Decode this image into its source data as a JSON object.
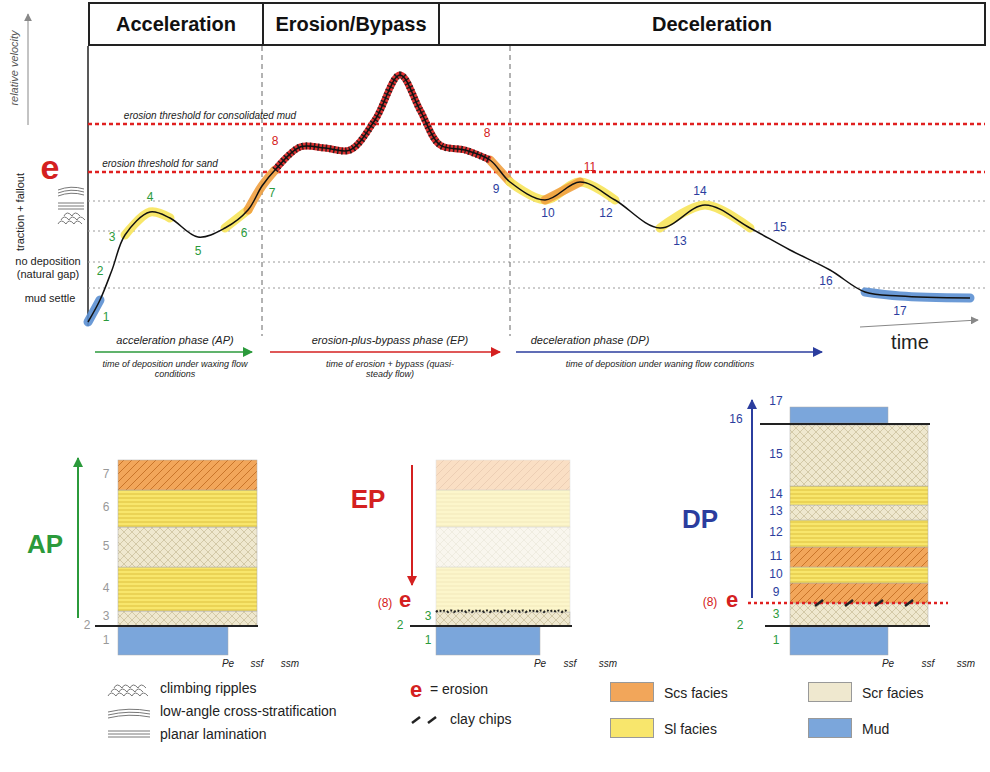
{
  "diagram": {
    "nodes": [
      {
        "text": [
          "Acceleration"
        ]
      },
      {
        "text": [
          "Erosion/Bypass"
        ]
      },
      {
        "text": [
          "Deceleration"
        ]
      }
    ],
    "labels": [
      "relative velocity",
      "erosion threshold for consolidated mud",
      "erosion threshold for sand",
      "e",
      "traction + fallout",
      "no deposition (natural gap)",
      "mud settle",
      "1",
      "2",
      "3",
      "4",
      "5",
      "6",
      "7",
      "8",
      "8",
      "9",
      "10",
      "11",
      "12",
      "13",
      "14",
      "15",
      "16",
      "17",
      "acceleration phase (AP)",
      "time of deposition under waxing flow conditions",
      "erosion-plus-bypass phase (EP)",
      "time of erosion + bypass (quasi-steady flow)",
      "deceleration phase (DP)",
      "time of deposition under waning flow conditions",
      "time",
      "AP",
      "1",
      "2",
      "3",
      "4",
      "5",
      "6",
      "7",
      "Pe",
      "ssf",
      "ssm",
      "EP",
      "(8)",
      "e",
      "3",
      "2",
      "1",
      "Pe",
      "ssf",
      "ssm",
      "DP",
      "(8)",
      "e",
      "3",
      "2",
      "1",
      "9",
      "10",
      "11",
      "12",
      "13",
      "14",
      "15",
      "16",
      "17",
      "Pe",
      "ssf",
      "ssm",
      "e"
    ],
    "legend": [
      {
        "text": "climbing ripples"
      },
      {
        "text": "low-angle cross-stratification"
      },
      {
        "text": "planar lamination"
      },
      {
        "text": "= erosion"
      },
      {
        "text": "clay chips"
      },
      {
        "text": "Scs facies",
        "color": "#f2a65a"
      },
      {
        "text": "Sl facies",
        "color": "#f8e66c"
      },
      {
        "text": "Scr facies",
        "color": "#efe8cf"
      },
      {
        "text": "Mud",
        "color": "#7ba6db"
      }
    ]
  }
}
